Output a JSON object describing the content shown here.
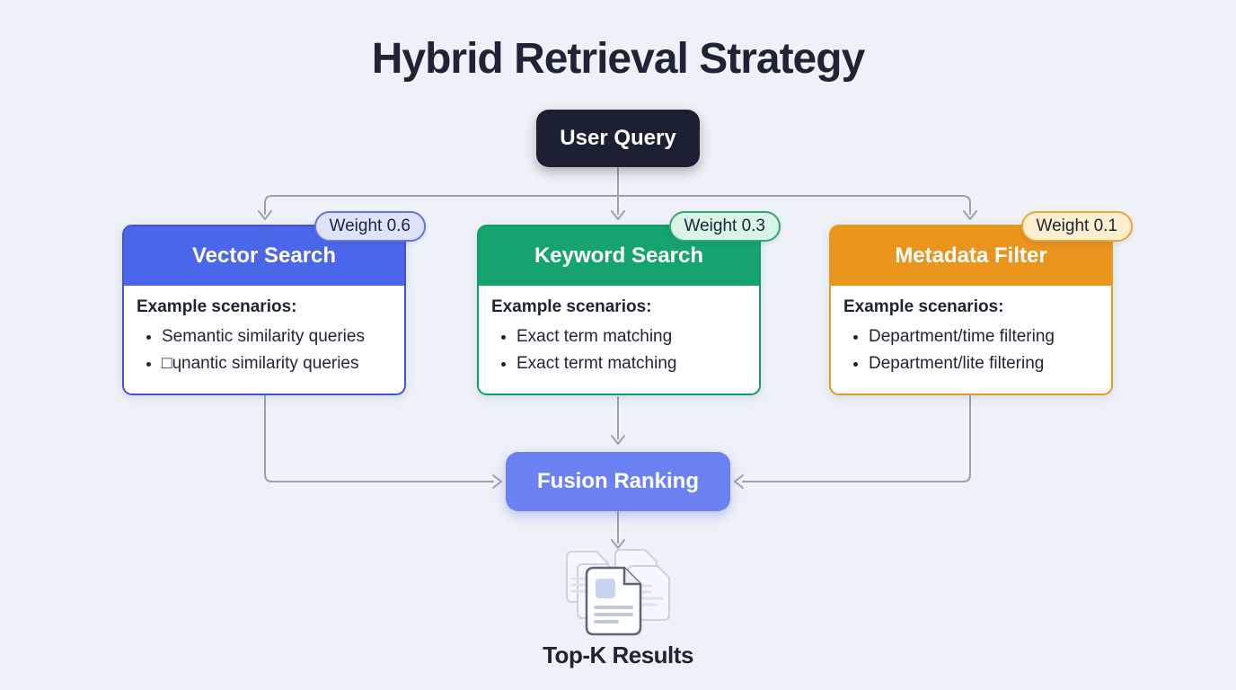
{
  "title": "Hybrid Retrieval Strategy",
  "nodes": {
    "user_query": {
      "label": "User Query",
      "bg": "#1c2033"
    },
    "fusion": {
      "label": "Fusion Ranking",
      "bg": "#6c82f2"
    },
    "results": {
      "label": "Top-K Results",
      "icon": "documents-stack-icon"
    }
  },
  "branches": [
    {
      "title": "Vector Search",
      "badge": "Weight 0.6",
      "scenarios_heading": "Example scenarios:",
      "bullets": [
        "Semantic similarity queries",
        "□ɥnantic similarity queries"
      ],
      "colors": {
        "header": "#4b66e9",
        "border": "#4353d2",
        "badge_bg": "#dee3fb",
        "badge_border": "#6574e1"
      }
    },
    {
      "title": "Keyword Search",
      "badge": "Weight 0.3",
      "scenarios_heading": "Example scenarios:",
      "bullets": [
        "Exact term matching",
        "Exact termt matching"
      ],
      "colors": {
        "header": "#15a36e",
        "border": "#0f9e68",
        "badge_bg": "#d9f3e6",
        "badge_border": "#2fa878"
      }
    },
    {
      "title": "Metadata Filter",
      "badge": "Weight 0.1",
      "scenarios_heading": "Example scenarios:",
      "bullets": [
        "Department/time filtering",
        "Department/lite filtering"
      ],
      "colors": {
        "header": "#e9941d",
        "border": "#e39b21",
        "badge_bg": "#fdeecd",
        "badge_border": "#eda43b"
      }
    }
  ],
  "colors": {
    "background": "#eef1f7",
    "arrow": "#9aa2b3",
    "text_dark": "#1d2438"
  }
}
